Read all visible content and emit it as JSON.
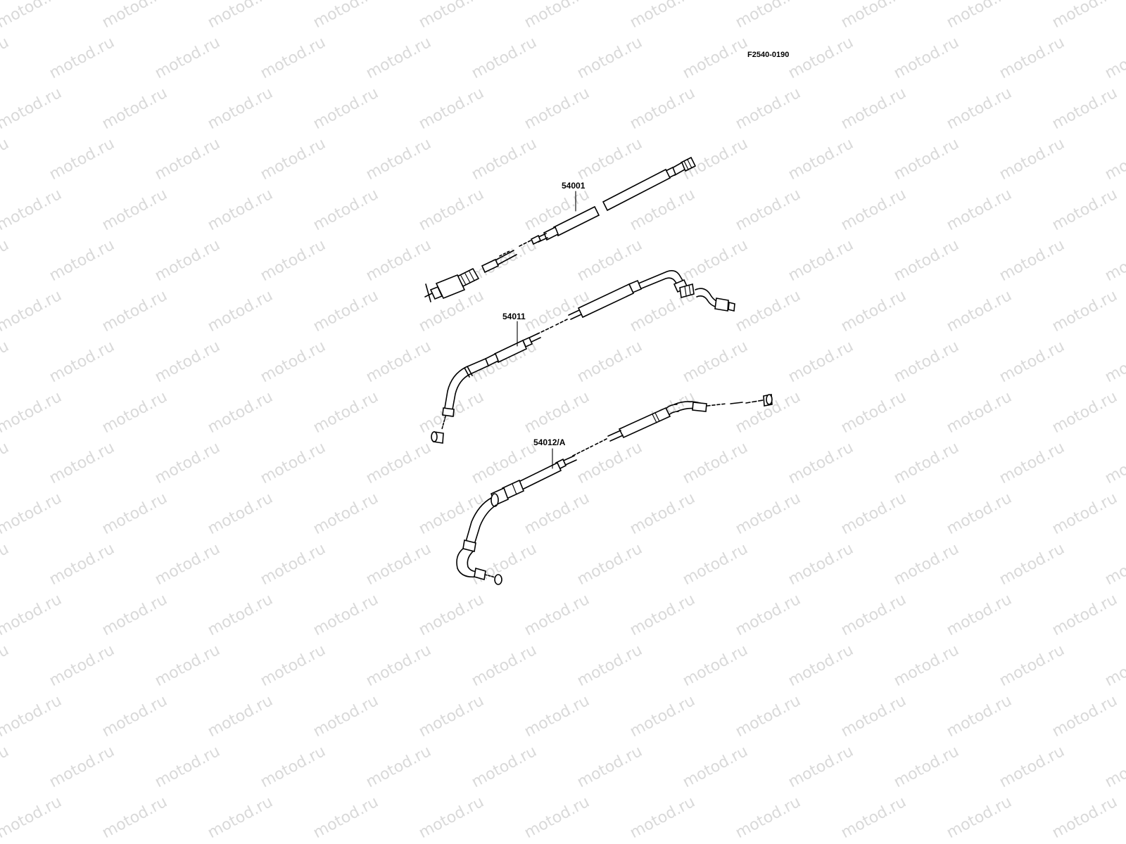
{
  "watermark": {
    "text": "motod.ru",
    "color": "#d9d9d9"
  },
  "diagram": {
    "code": "F2540-0190"
  },
  "parts": [
    {
      "number": "54001"
    },
    {
      "number": "54011"
    },
    {
      "number": "54012/A"
    }
  ]
}
